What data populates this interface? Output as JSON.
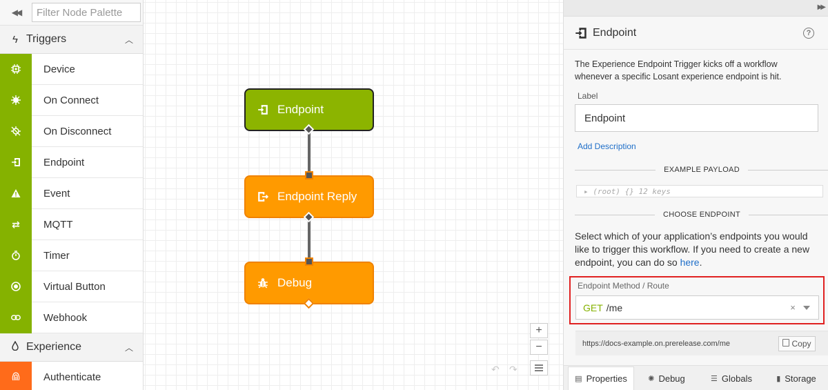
{
  "palette": {
    "filter_placeholder": "Filter Node Palette",
    "sections": [
      {
        "label": "Triggers",
        "icon": "lightning-icon",
        "items": [
          {
            "label": "Device",
            "icon": "chip-icon"
          },
          {
            "label": "On Connect",
            "icon": "connect-icon"
          },
          {
            "label": "On Disconnect",
            "icon": "disconnect-icon"
          },
          {
            "label": "Endpoint",
            "icon": "endpoint-icon"
          },
          {
            "label": "Event",
            "icon": "warning-icon"
          },
          {
            "label": "MQTT",
            "icon": "arrows-icon"
          },
          {
            "label": "Timer",
            "icon": "stopwatch-icon"
          },
          {
            "label": "Virtual Button",
            "icon": "radio-button-icon"
          },
          {
            "label": "Webhook",
            "icon": "link-icon"
          }
        ]
      },
      {
        "label": "Experience",
        "icon": "droplet-icon",
        "items": [
          {
            "label": "Authenticate",
            "icon": "fingerprint-icon"
          }
        ]
      }
    ]
  },
  "canvas": {
    "nodes": [
      {
        "label": "Endpoint",
        "icon": "endpoint-icon",
        "color": "#8cb400"
      },
      {
        "label": "Endpoint Reply",
        "icon": "reply-icon",
        "color": "#ff9a00"
      },
      {
        "label": "Debug",
        "icon": "bug-icon",
        "color": "#ff9a00"
      }
    ],
    "controls": {
      "zoom_in": "+",
      "zoom_out": "−"
    }
  },
  "panel": {
    "title": "Endpoint",
    "description": "The Experience Endpoint Trigger kicks off a workflow whenever a specific Losant experience endpoint is hit.",
    "label_caption": "Label",
    "label_value": "Endpoint",
    "add_description": "Add Description",
    "example_payload_heading": "EXAMPLE PAYLOAD",
    "payload_preview": "▸ (root) {} 12 keys",
    "choose_endpoint_heading": "CHOOSE ENDPOINT",
    "choose_text_before": "Select which of your application’s endpoints you would like to trigger this workflow. If you need to create a new endpoint, you can do so ",
    "choose_link": "here",
    "choose_text_after": ".",
    "route_caption": "Endpoint Method / Route",
    "route_method": "GET",
    "route_path": "/me",
    "endpoint_url": "https://docs-example.on.prerelease.com/me",
    "copy_label": "Copy",
    "tabs": [
      {
        "label": "Properties",
        "icon": "document-icon",
        "active": true
      },
      {
        "label": "Debug",
        "icon": "bug-icon",
        "active": false
      },
      {
        "label": "Globals",
        "icon": "list-icon",
        "active": false
      },
      {
        "label": "Storage",
        "icon": "storage-icon",
        "active": false
      }
    ]
  },
  "colors": {
    "trigger_green": "#85b200",
    "output_orange": "#ff9a00",
    "experience_orange": "#ff6b1a",
    "link_blue": "#1e6ec8",
    "highlight_red": "#e02020"
  }
}
